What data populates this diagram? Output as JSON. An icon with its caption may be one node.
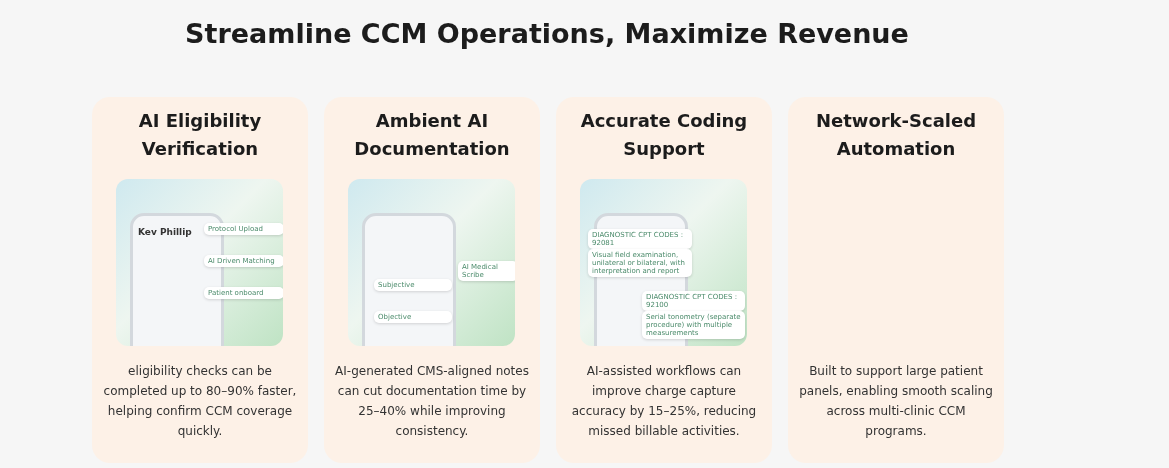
{
  "diagram": {
    "title": "Streamline CCM Operations, Maximize Revenue",
    "nodes": [
      {
        "text": [
          "AI Eligibility Verification",
          "eligibility checks can be completed up to 80–90% faster, helping confirm CCM coverage quickly."
        ]
      },
      {
        "text": [],
        "shape": "picture",
        "in": 0
      },
      {
        "text": [
          "Ambient AI Documentation",
          "AI-generated CMS-aligned notes can cut documentation time by 25–40% while improving consistency."
        ]
      },
      {
        "text": [],
        "shape": "picture",
        "in": 2
      },
      {
        "text": [
          "Accurate Coding Support",
          "AI-assisted workflows can improve charge capture accuracy by 15–25%, reducing missed billable activities."
        ]
      },
      {
        "text": [],
        "shape": "picture",
        "in": 4
      },
      {
        "text": [
          "Network-Scaled Automation",
          "Built to support large patient panels, enabling smooth scaling across multi-clinic CCM programs."
        ]
      }
    ],
    "labels": [
      "Kev Phillip",
      "Protocol Upload",
      "AI Driven Matching",
      "Patient onboard",
      "AI Medical Scribe",
      "Subjective",
      "Objective",
      "DIAGNOSTIC CPT CODES : 92081",
      "Visual field examination, unilateral or bilateral, with interpretation and report",
      "DIAGNOSTIC CPT CODES : 92100",
      "Serial tonometry (separate procedure) with multiple measurements"
    ]
  }
}
